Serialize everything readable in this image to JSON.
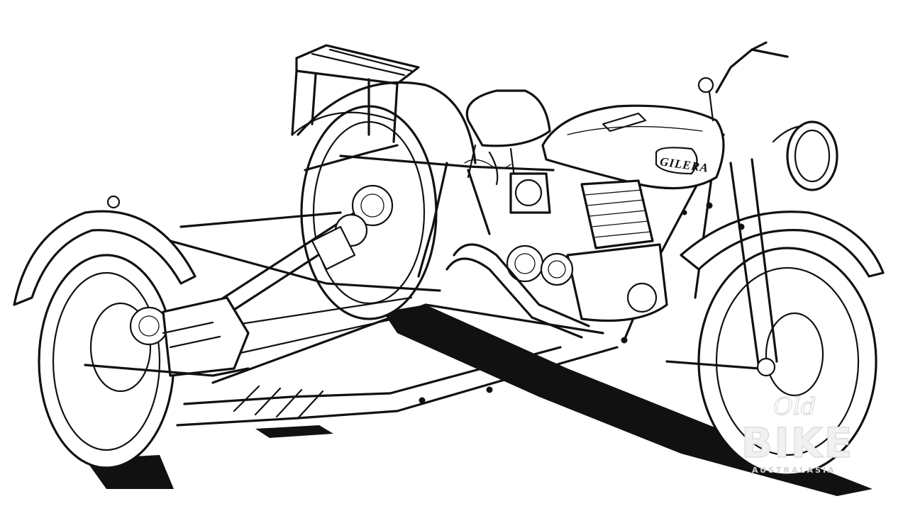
{
  "illustration": {
    "tank_brand": "GILERA"
  },
  "watermark": {
    "script_word": "Old",
    "main_word": "BIKE",
    "sub_text": "AUSTRALASIA"
  },
  "colors": {
    "ink": "#111111",
    "paper": "#ffffff",
    "watermark": "#dcdcdc"
  }
}
